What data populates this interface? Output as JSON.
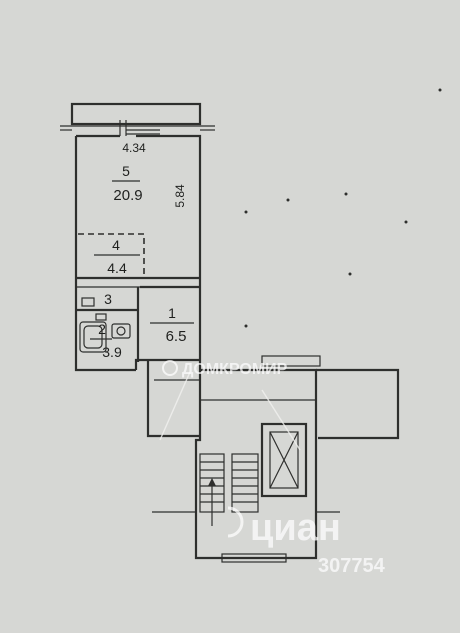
{
  "plan": {
    "dimensions": {
      "top_width": "4.34",
      "side_length": "5.84"
    },
    "rooms": [
      {
        "number": "5",
        "area": "20.9"
      },
      {
        "number": "4",
        "area": "4.4"
      },
      {
        "number": "3",
        "area": ""
      },
      {
        "number": "2",
        "area": "3.9"
      },
      {
        "number": "1",
        "area": "6.5"
      }
    ]
  },
  "watermarks": {
    "center_brand": "ДОМКРОМИР",
    "corner_brand": "циан",
    "corner_number": "307754"
  }
}
